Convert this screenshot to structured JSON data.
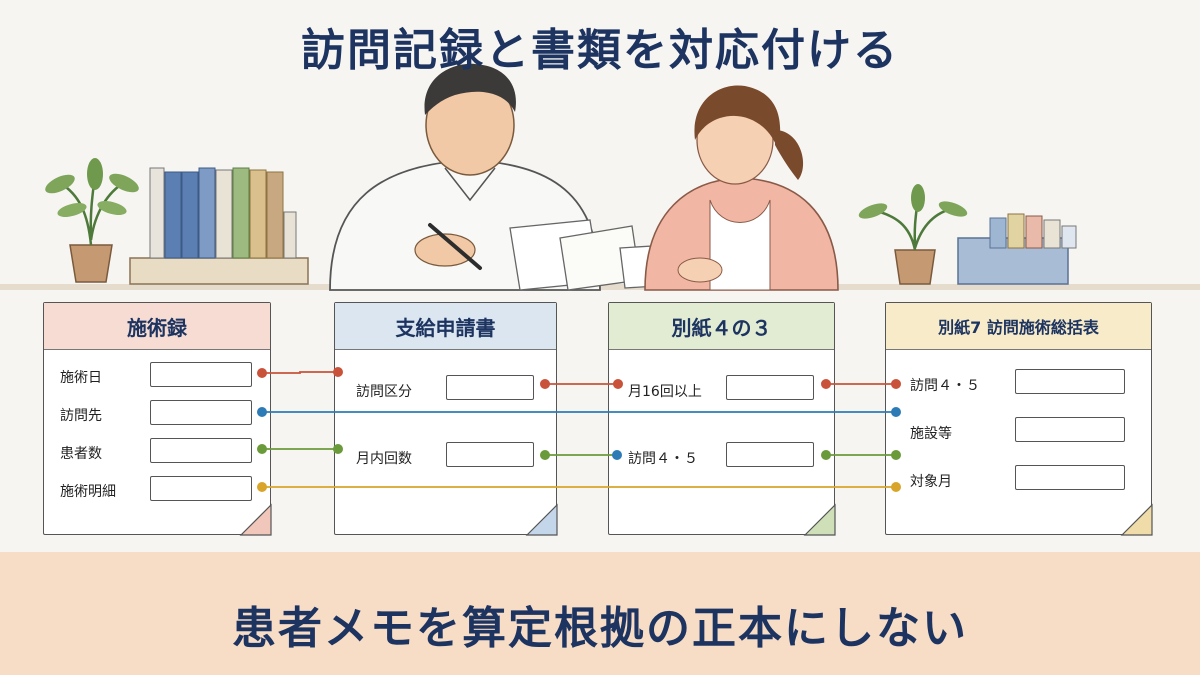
{
  "title": "訪問記録と書類を対応付ける",
  "footer": "患者メモを算定根拠の正本にしない",
  "colors": {
    "navy": "#1d3461",
    "red": "#c9533a",
    "blue": "#2d7bb6",
    "green": "#6a9a3a",
    "gold": "#d8a52a",
    "footer_band": "#f7dcc6"
  },
  "documents": [
    {
      "id": "doc1",
      "title": "施術録",
      "header_color": "#f7dcd3",
      "corner_color": "#f1c7bb",
      "fields": [
        "施術日",
        "訪問先",
        "患者数",
        "施術明細"
      ]
    },
    {
      "id": "doc2",
      "title": "支給申請書",
      "header_color": "#dbe6f1",
      "corner_color": "#c4d6ea",
      "fields": [
        "訪問区分",
        "月内回数"
      ]
    },
    {
      "id": "doc3",
      "title": "別紙４の３",
      "header_color": "#e2ecd2",
      "corner_color": "#cfe0b9",
      "fields": [
        "月16回以上",
        "訪問４・５"
      ]
    },
    {
      "id": "doc4",
      "title": "別紙7 訪問施術総括表",
      "header_color": "#f7ebc9",
      "corner_color": "#efdca8",
      "fields": [
        "訪問４・５",
        "施設等",
        "対象月"
      ]
    }
  ]
}
